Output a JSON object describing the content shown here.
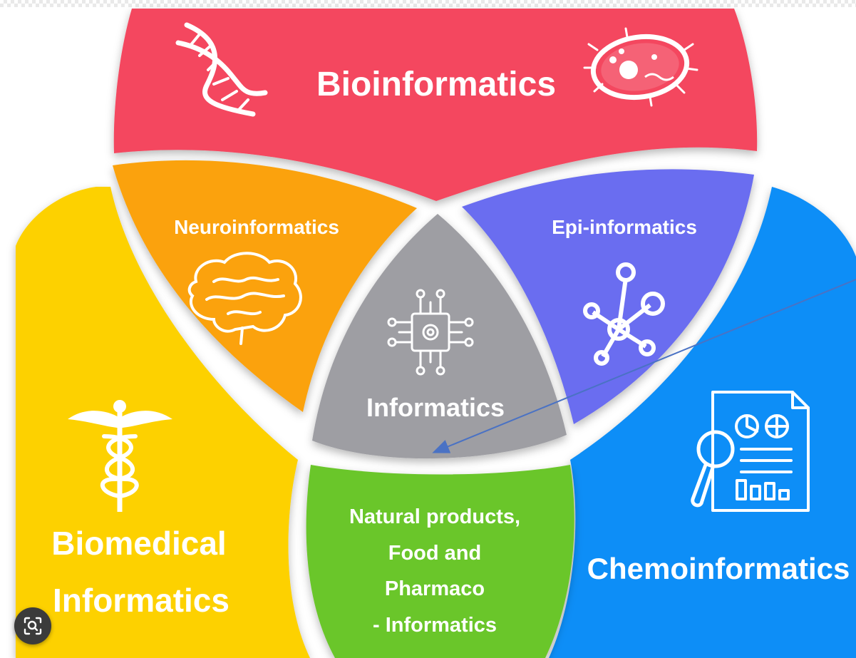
{
  "diagram": {
    "sections": {
      "bioinformatics": {
        "label": "Bioinformatics",
        "color": "#f4475f"
      },
      "neuroinformatics": {
        "label": "Neuroinformatics",
        "color": "#fba20a"
      },
      "epi_informatics": {
        "label": "Epi-informatics",
        "color": "#6a6df0"
      },
      "informatics": {
        "label": "Informatics",
        "color": "#9e9ea3"
      },
      "biomedical": {
        "line1": "Biomedical",
        "line2": "Informatics",
        "color": "#fdd106"
      },
      "chemoinformatics": {
        "label": "Chemoinformatics",
        "color": "#0e8ef7"
      },
      "natural_products": {
        "line1": "Natural products,",
        "line2": "Food and",
        "line3": "Pharmaco",
        "line4": "- Informatics",
        "color": "#6ac62c"
      }
    },
    "arrow_color": "#4a72c4"
  },
  "icons": {
    "dna": "dna-icon",
    "bacterium": "bacterium-icon",
    "brain": "brain-icon",
    "molecule": "molecule-icon",
    "chip": "chip-icon",
    "caduceus": "caduceus-icon",
    "report": "report-magnifier-icon",
    "lens": "lens-search-icon"
  }
}
